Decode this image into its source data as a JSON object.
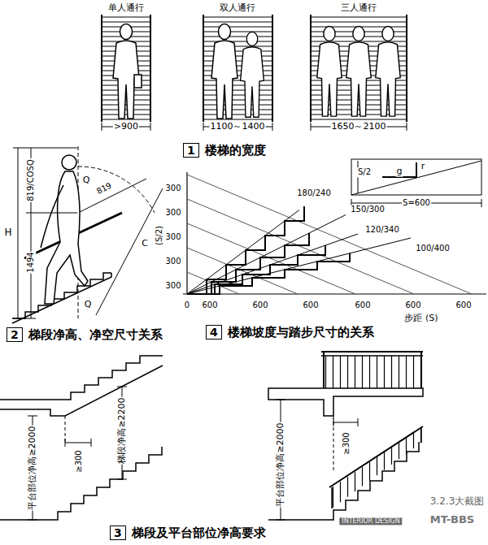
{
  "diagram": {
    "nodes": [
      {
        "text": [
          "1",
          "楼梯的宽度"
        ]
      },
      {
        "text": [
          "2",
          "梯段净高、净空尺寸关系"
        ]
      },
      {
        "text": [
          "4",
          "楼梯坡度与踏步尺寸的关系"
        ]
      },
      {
        "text": [
          "3",
          "梯段及平台部位净高要求"
        ]
      }
    ],
    "labels": [
      "单人通行",
      "双人通行",
      "三人通行",
      ">900",
      "1100～1400",
      "1650～2100",
      "H",
      "819/COSQ",
      "1494",
      "819",
      "Q",
      "Q",
      "C",
      "300",
      "300",
      "300",
      "300",
      "300",
      "(S/2)",
      "0",
      "600",
      "600",
      "600",
      "600",
      "600",
      "600",
      "步距 (S)",
      "180/240",
      "150/300",
      "120/340",
      "100/400",
      "S/2",
      "g",
      "r",
      "S=600",
      "平台部位净高≥2000",
      "≥300",
      "梯段净高≥2200",
      "≥300",
      "平台部位净高≥2000",
      "3.2.3大截图",
      "INTERIOR DESIGN",
      "MT-BBS"
    ]
  }
}
